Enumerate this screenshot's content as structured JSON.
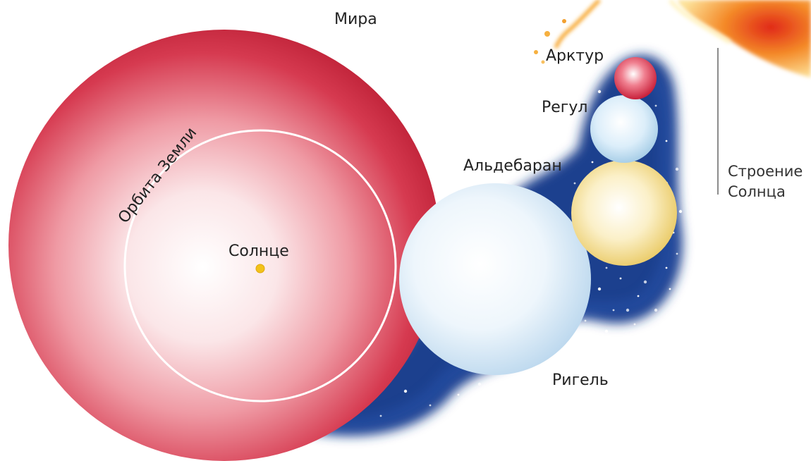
{
  "labels": {
    "mira": "Мира",
    "arcturus": "Арктур",
    "regulus": "Регул",
    "aldebaran": "Альдебаран",
    "rigel": "Ригель",
    "sun": "Солнце",
    "earth_orbit": "Орбита Земли",
    "sun_structure_line1": "Строение",
    "sun_structure_line2": "Солнца"
  },
  "colors": {
    "mira": "#c8223a",
    "arcturus": "#c8203a",
    "regulus": "#bcdcf0",
    "aldebaran": "#f2d870",
    "rigel": "#d8ecf8",
    "sun": "#f2c21a",
    "space": "#1c3f8e",
    "solar_corona": "#f4b840"
  },
  "icons": [
    "star-sparkle"
  ]
}
